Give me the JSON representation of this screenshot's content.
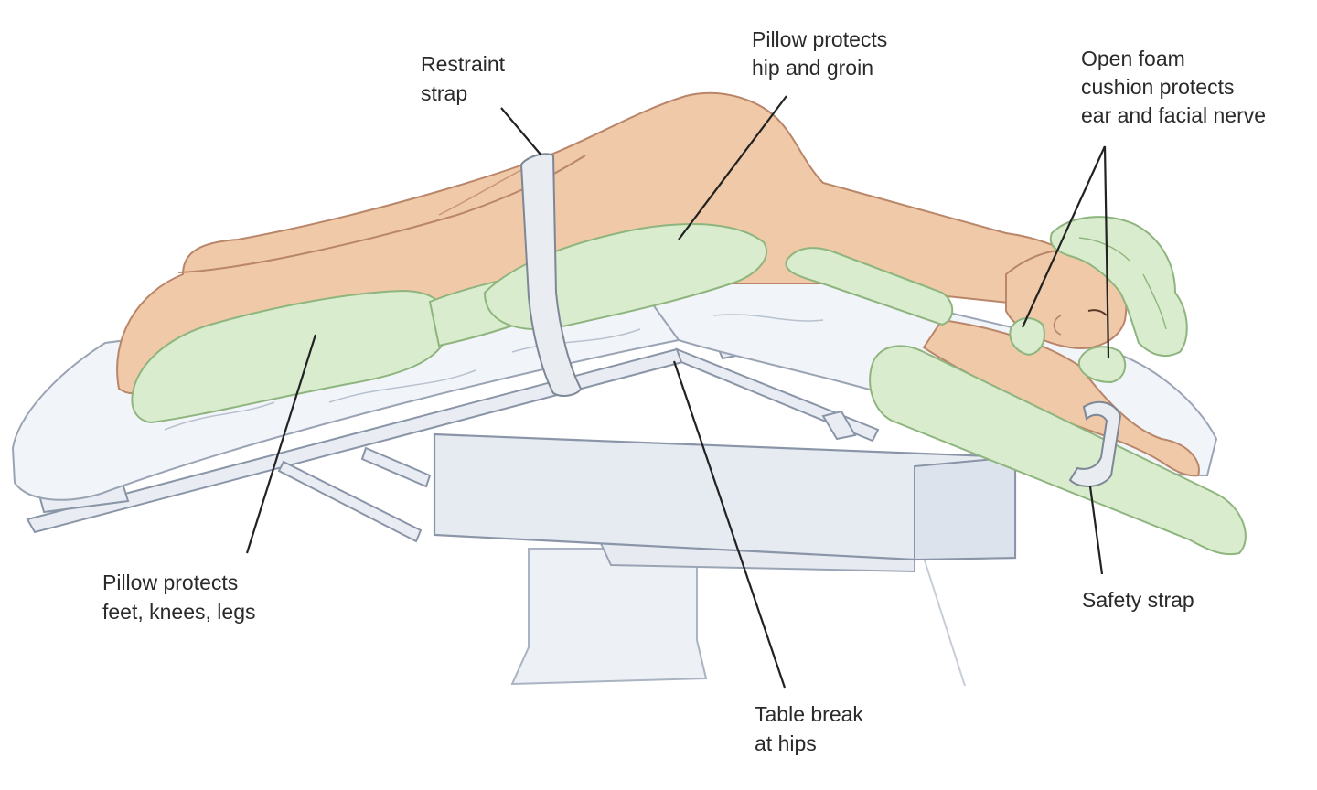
{
  "labels": {
    "restraint_strap": [
      "Restraint",
      "strap"
    ],
    "pillow_hip": [
      "Pillow protects",
      "hip and groin"
    ],
    "foam_cushion": [
      "Open foam",
      "cushion protects",
      "ear and facial nerve"
    ],
    "pillow_legs": [
      "Pillow protects",
      "feet, knees, legs"
    ],
    "table_break": [
      "Table break",
      "at hips"
    ],
    "safety_strap": [
      "Safety strap"
    ]
  },
  "colors": {
    "skin": "#efc9a8",
    "skin_outline": "#b9866a",
    "pillow": "#d9eccd",
    "pillow_outline": "#8fb57f",
    "sheet": "#f0f3f7",
    "table": "#e3e8f0",
    "table_outline": "#8a95a8",
    "strap": "#e9ecf1",
    "strap_outline": "#7d8796"
  }
}
